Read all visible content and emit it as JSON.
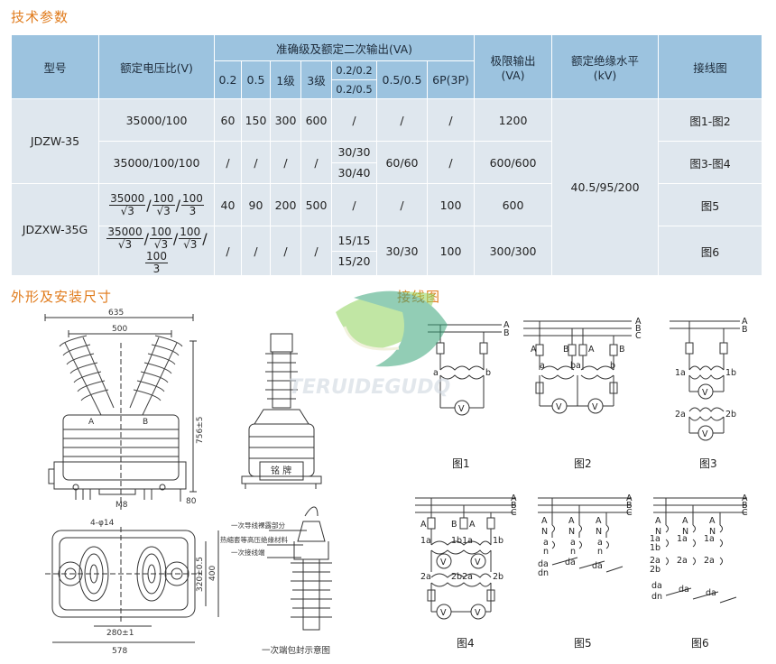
{
  "headings": {
    "tech_params": "技术参数",
    "dimensions": "外形及安装尺寸",
    "wiring": "接线图"
  },
  "table": {
    "h_model": "型号",
    "h_ratio": "额定电压比(V)",
    "h_accuracy": "准确级及额定二次输出(VA)",
    "h_limit": "极限输出(VA)",
    "h_insulation": "额定绝缘水平(kV)",
    "h_wiring": "接线图",
    "acc_cols": [
      "0.2",
      "0.5",
      "1级",
      "3级",
      "0.2/0.2",
      "0.2/0.5",
      "0.5/0.5",
      "6P(3P)"
    ],
    "model_1": "JDZW-35",
    "model_2": "JDZXW-35G",
    "insulation_value": "40.5/95/200",
    "row1": {
      "ratio": "35000/100",
      "c1": "60",
      "c2": "150",
      "c3": "300",
      "c4": "600",
      "c5": "/",
      "c6": "/",
      "c7": "/",
      "limit": "1200",
      "wiring": "图1-图2"
    },
    "row2": {
      "ratio": "35000/100/100",
      "c1": "/",
      "c2": "/",
      "c3": "/",
      "c4": "/",
      "c5a": "30/30",
      "c5b": "30/40",
      "c6": "60/60",
      "c7": "/",
      "limit": "600/600",
      "wiring": "图3-图4"
    },
    "row3": {
      "num": "35000",
      "den": "√3",
      "num2": "100",
      "den2": "√3",
      "num3": "100",
      "den3": "3",
      "c1": "40",
      "c2": "90",
      "c3": "200",
      "c4": "500",
      "c5": "/",
      "c6": "/",
      "c7": "100",
      "limit": "600",
      "wiring": "图5"
    },
    "row4": {
      "num": "35000",
      "den": "√3",
      "num2": "100",
      "den2": "√3",
      "num3": "100",
      "den3": "√3",
      "num4": "100",
      "den4": "3",
      "c1": "/",
      "c2": "/",
      "c3": "/",
      "c4": "/",
      "c5a": "15/15",
      "c5b": "15/20",
      "c6": "30/30",
      "c7": "100",
      "limit": "300/300",
      "wiring": "图6"
    }
  },
  "dims": {
    "d635": "635",
    "d500": "500",
    "d756": "756±5",
    "dA": "A",
    "dB": "B",
    "dM8": "M8",
    "d80": "80",
    "d4phi": "4-φ14",
    "d400": "400",
    "d320": "320±0.5",
    "d280": "280±1",
    "d578": "578"
  },
  "side": {
    "nameplate": "铭 牌",
    "l1": "一次导线裸露部分",
    "l2": "热缩套等高压绝缘材料",
    "l3": "一次接线端",
    "caption": "一次端包封示意图"
  },
  "watermark": "TERUIDEGUDQ",
  "wd": {
    "A": "A",
    "B": "B",
    "C": "C",
    "N": "N",
    "a": "a",
    "b": "b",
    "n": "n",
    "V": "V",
    "l1a": "1a",
    "l1b": "1b",
    "l2a": "2a",
    "l2b": "2b",
    "lba": "ba",
    "l1b1a": "1b1a",
    "l2b2a": "2b2a",
    "da": "da",
    "dn": "dn"
  },
  "figs": {
    "f1": "图1",
    "f2": "图2",
    "f3": "图3",
    "f4": "图4",
    "f5": "图5",
    "f6": "图6"
  }
}
